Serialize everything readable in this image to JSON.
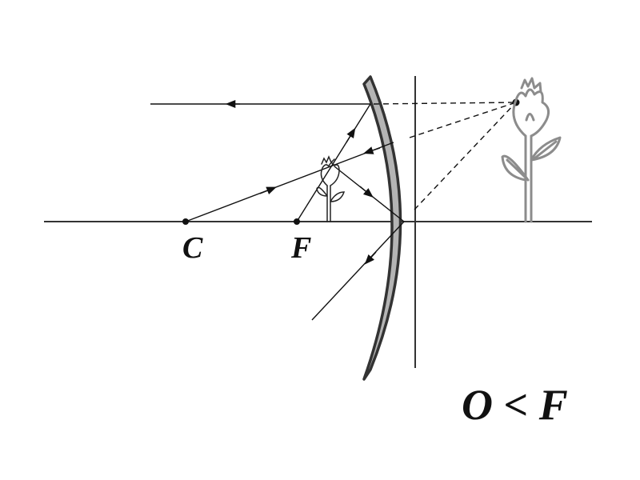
{
  "labels": {
    "center": "C",
    "focus": "F",
    "condition": "O < F"
  },
  "colors": {
    "line": "#111111",
    "mirror_fill": "#b4b4b4",
    "mirror_edge": "#333333",
    "object": "#8c8c8c"
  },
  "icons": {
    "object": "rose-icon",
    "image": "rose-icon"
  }
}
